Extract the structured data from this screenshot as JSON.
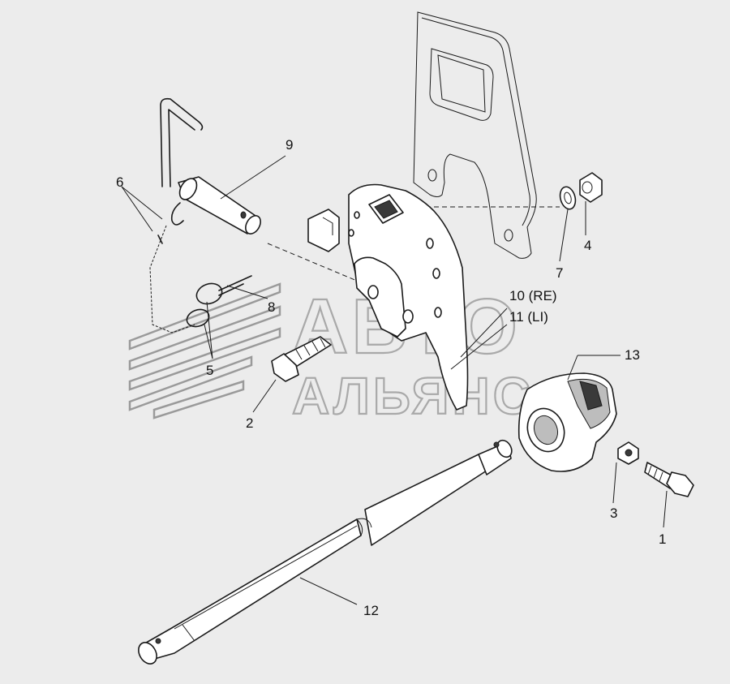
{
  "watermark": {
    "line1": "АВТО",
    "line2": "АЛЬЯНС"
  },
  "callouts": {
    "c1": "1",
    "c2": "2",
    "c3": "3",
    "c4": "4",
    "c5": "5",
    "c6": "6",
    "c7": "7",
    "c8": "8",
    "c9": "9",
    "c10": "10 (RE)",
    "c11": "11 (LI)",
    "c12": "12",
    "c13": "13"
  }
}
